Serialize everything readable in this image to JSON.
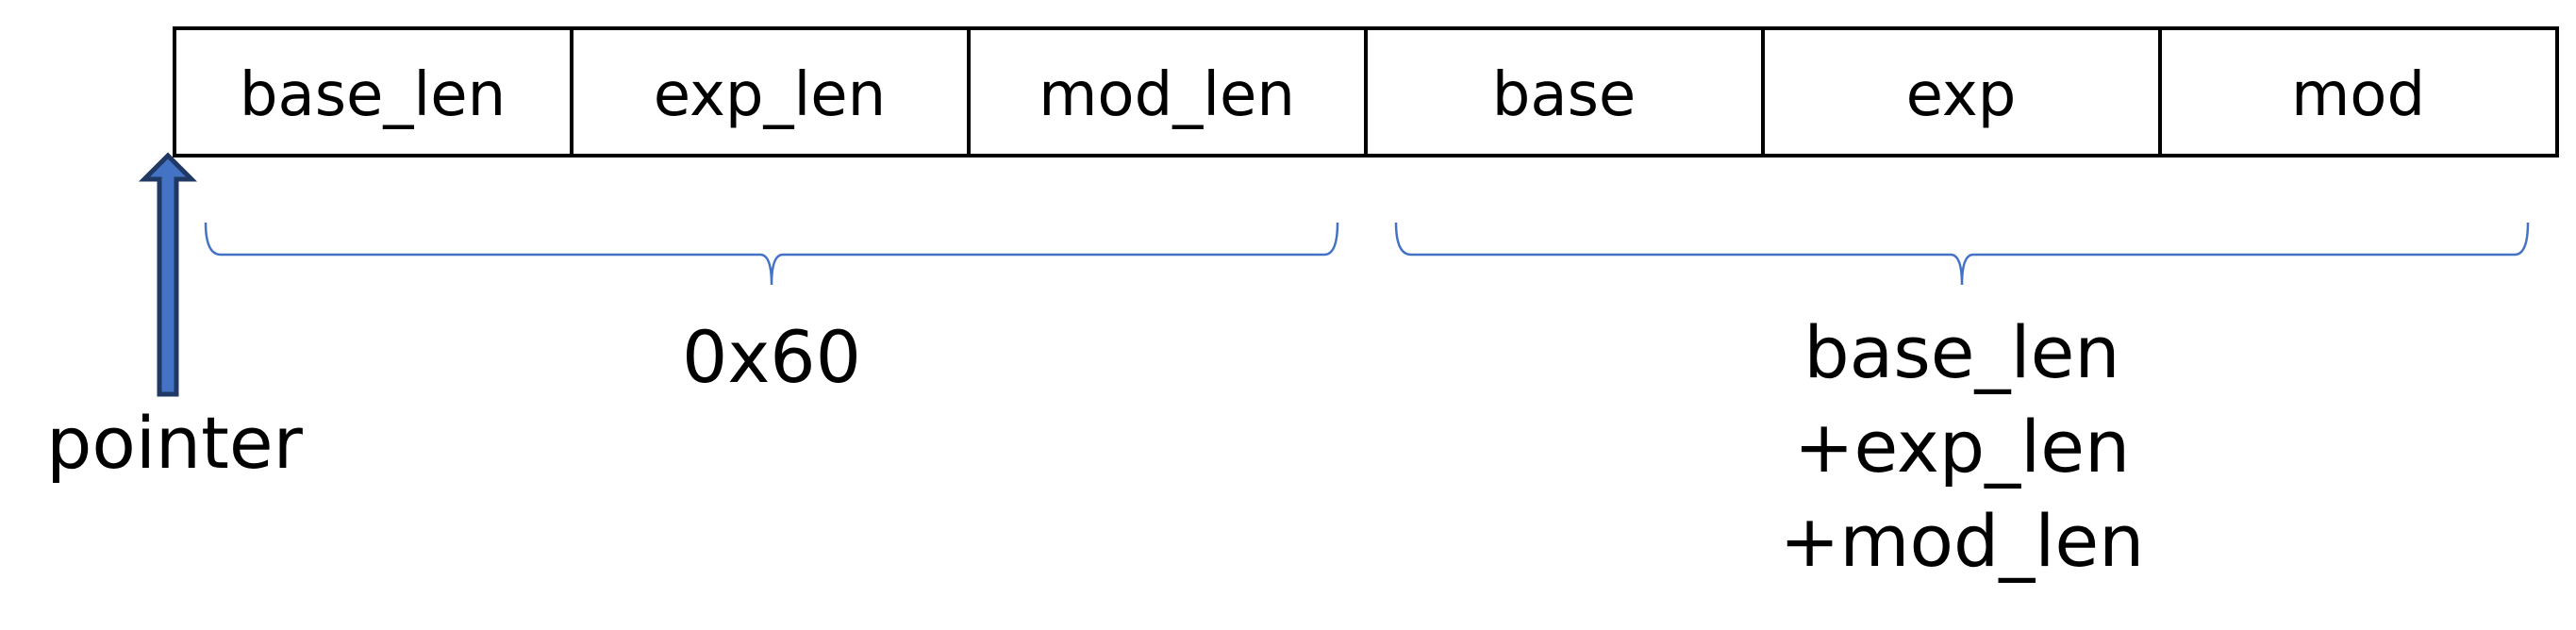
{
  "fields": [
    {
      "label": "base_len"
    },
    {
      "label": "exp_len"
    },
    {
      "label": "mod_len"
    },
    {
      "label": "base"
    },
    {
      "label": "exp"
    },
    {
      "label": "mod"
    }
  ],
  "pointer_label": "pointer",
  "header_span_label": "0x60",
  "data_span_label": {
    "line1": "base_len",
    "line2": "+exp_len",
    "line3": "+mod_len"
  },
  "colors": {
    "border": "#000000",
    "arrow_fill": "#4472c4",
    "arrow_stroke": "#1f3864",
    "brace": "#4472c4"
  }
}
